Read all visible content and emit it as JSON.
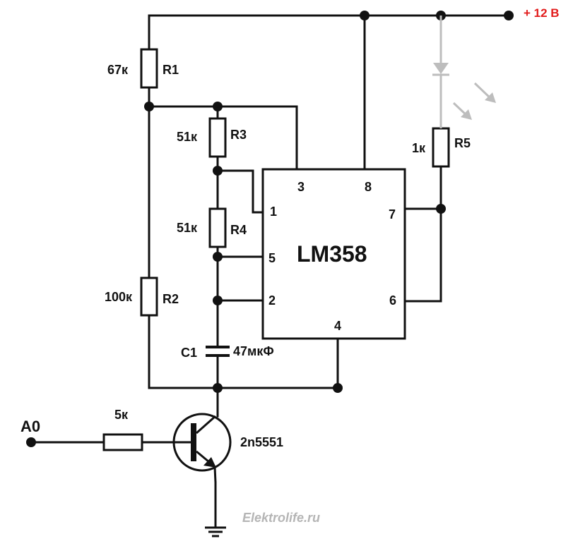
{
  "supply": {
    "label": "+ 12 В",
    "color": "#e21b1b"
  },
  "input": {
    "label": "A0"
  },
  "resistors": {
    "r1": {
      "name": "R1",
      "value": "67к"
    },
    "r2": {
      "name": "R2",
      "value": "100к"
    },
    "r3": {
      "name": "R3",
      "value": "51к"
    },
    "r4": {
      "name": "R4",
      "value": "51к"
    },
    "r5": {
      "name": "R5",
      "value": "1к"
    },
    "rb": {
      "value": "5к"
    }
  },
  "capacitor": {
    "name": "C1",
    "value": "47мкФ"
  },
  "ic": {
    "name": "LM358",
    "pins": {
      "p1": "1",
      "p2": "2",
      "p3": "3",
      "p4": "4",
      "p5": "5",
      "p6": "6",
      "p7": "7",
      "p8": "8"
    }
  },
  "transistor": {
    "name": "2n5551"
  },
  "led": {
    "color": "#bdbdbd"
  },
  "watermark": {
    "text": "Elektrolife.ru",
    "color": "#b5b5b5"
  }
}
